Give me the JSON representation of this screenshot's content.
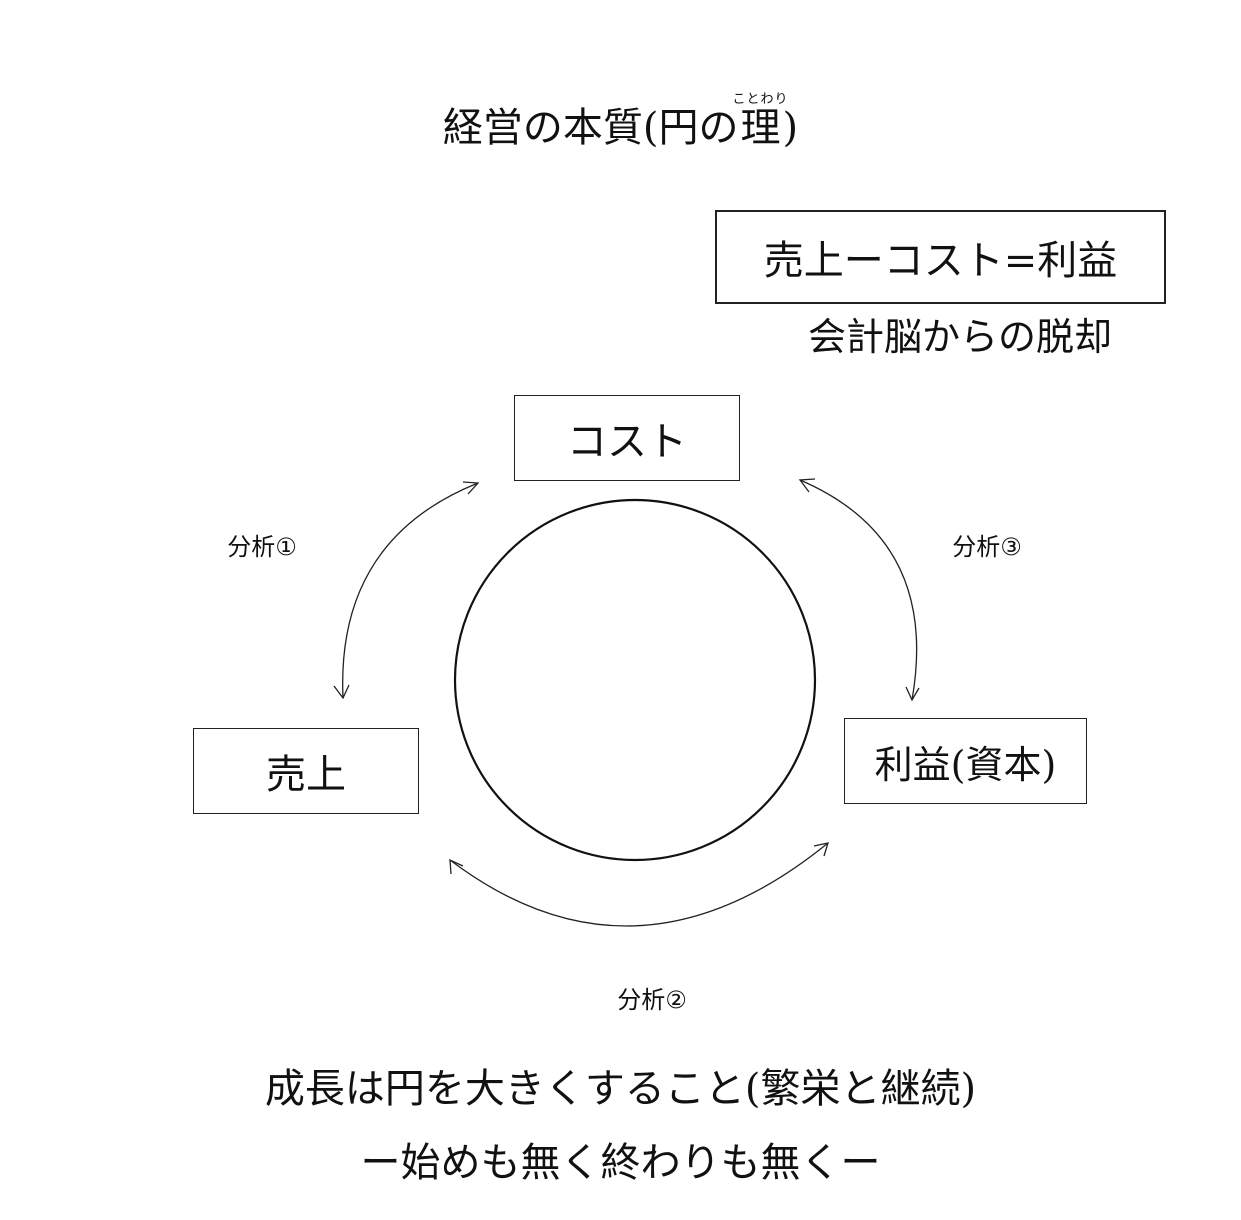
{
  "title": {
    "main_before": "経営の本質(円の",
    "ruby_base": "理",
    "ruby_text": "ことわり",
    "main_after": ")"
  },
  "formula": {
    "equation": "売上ーコスト=利益",
    "note": "会計脳からの脱却"
  },
  "nodes": {
    "cost": "コスト",
    "sales": "売上",
    "profit": "利益(資本)"
  },
  "analysis_labels": {
    "analysis_1": "分析①",
    "analysis_2": "分析②",
    "analysis_3": "分析③"
  },
  "footer": {
    "line1": "成長は円を大きくすること(繁栄と継続)",
    "line2": "ー始めも無く終わりも無くー"
  }
}
